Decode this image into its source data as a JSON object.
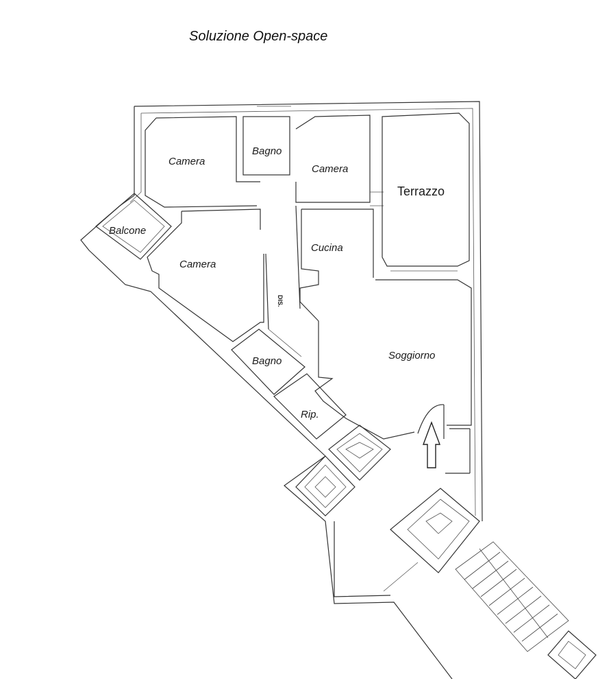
{
  "title": "Soluzione Open-space",
  "rooms": {
    "camera_top_left": "Camera",
    "bagno_top": "Bagno",
    "camera_top_mid": "Camera",
    "terrazzo": "Terrazzo",
    "balcone": "Balcone",
    "camera_left": "Camera",
    "cucina": "Cucina",
    "dis": "DIS.",
    "bagno_bottom": "Bagno",
    "soggiorno": "Soggiorno",
    "rip": "Rip."
  },
  "colors": {
    "line": "#333333",
    "background": "#ffffff"
  },
  "icons": {
    "entrance": "entrance-arrow-icon"
  }
}
